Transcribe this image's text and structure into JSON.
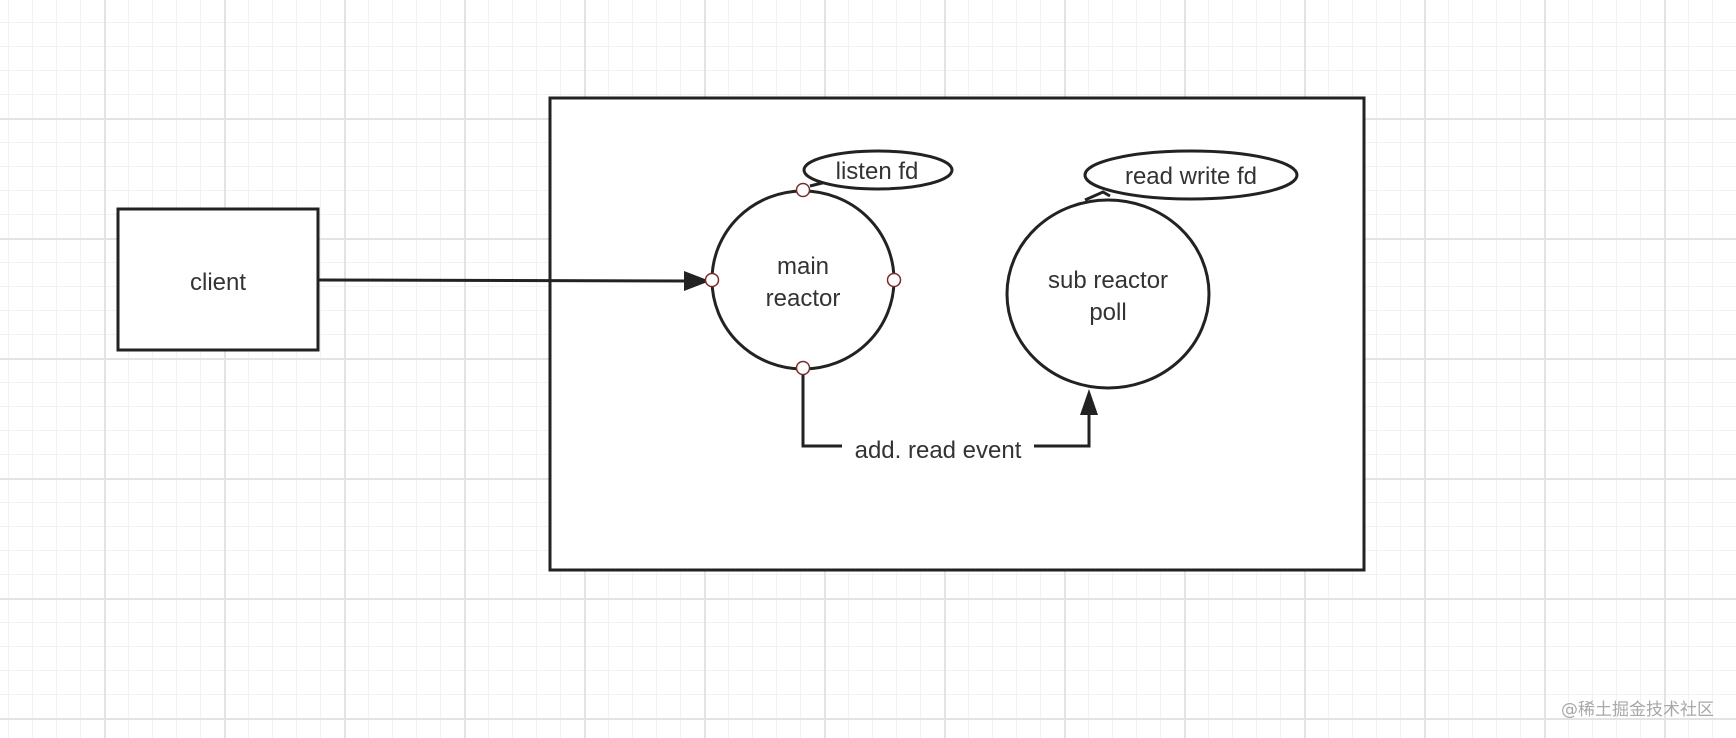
{
  "diagram": {
    "client_label": "client",
    "main_reactor_label": [
      "main",
      "reactor"
    ],
    "sub_reactor_label": [
      "sub reactor",
      "poll"
    ],
    "listen_fd_label": "listen fd",
    "read_write_fd_label": "read write fd",
    "add_read_event_label": "add. read event"
  },
  "watermark": "@稀土掘金技术社区"
}
